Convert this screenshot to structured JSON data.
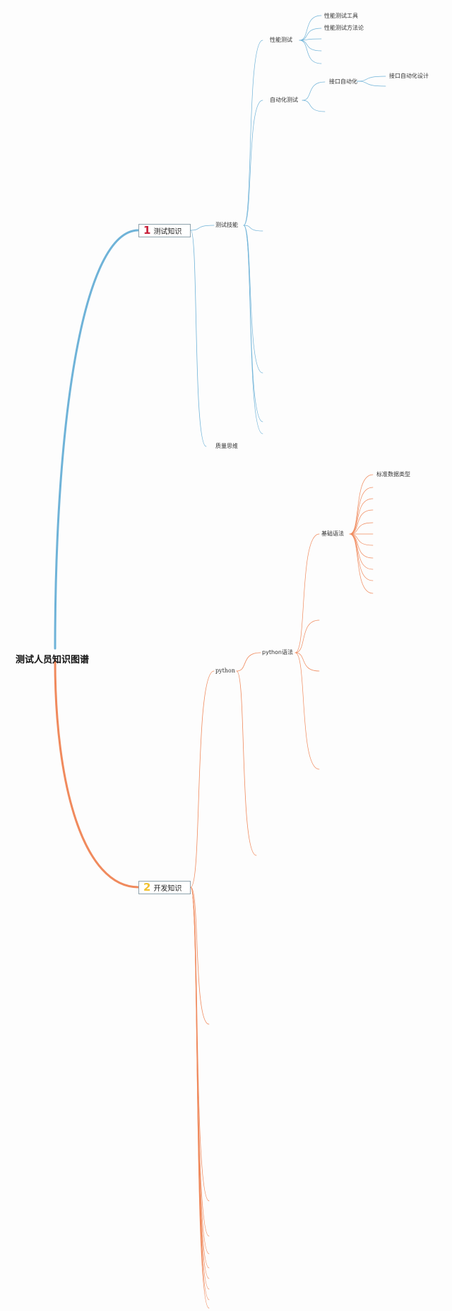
{
  "root": "测试人员知识图谱",
  "branches": [
    {
      "number": "1",
      "label": "测试知识",
      "color": "#6fb3d8",
      "number_color": "#c8203a"
    },
    {
      "number": "2",
      "label": "开发知识",
      "color": "#f08a5d",
      "number_color": "#f2c230"
    }
  ],
  "nodes": {
    "test_skill": "测试技能",
    "quality_thinking": "质量思维",
    "perf_test": "性能测试",
    "perf_tools": "性能测试工具",
    "perf_methods": "性能测试方法论",
    "auto_test": "自动化测试",
    "api_auto": "接口自动化",
    "api_auto_design": "接口自动化设计",
    "python": "python",
    "python_syntax": "python语法",
    "basic_syntax": "基础语法",
    "std_data_types": "标准数据类型"
  }
}
